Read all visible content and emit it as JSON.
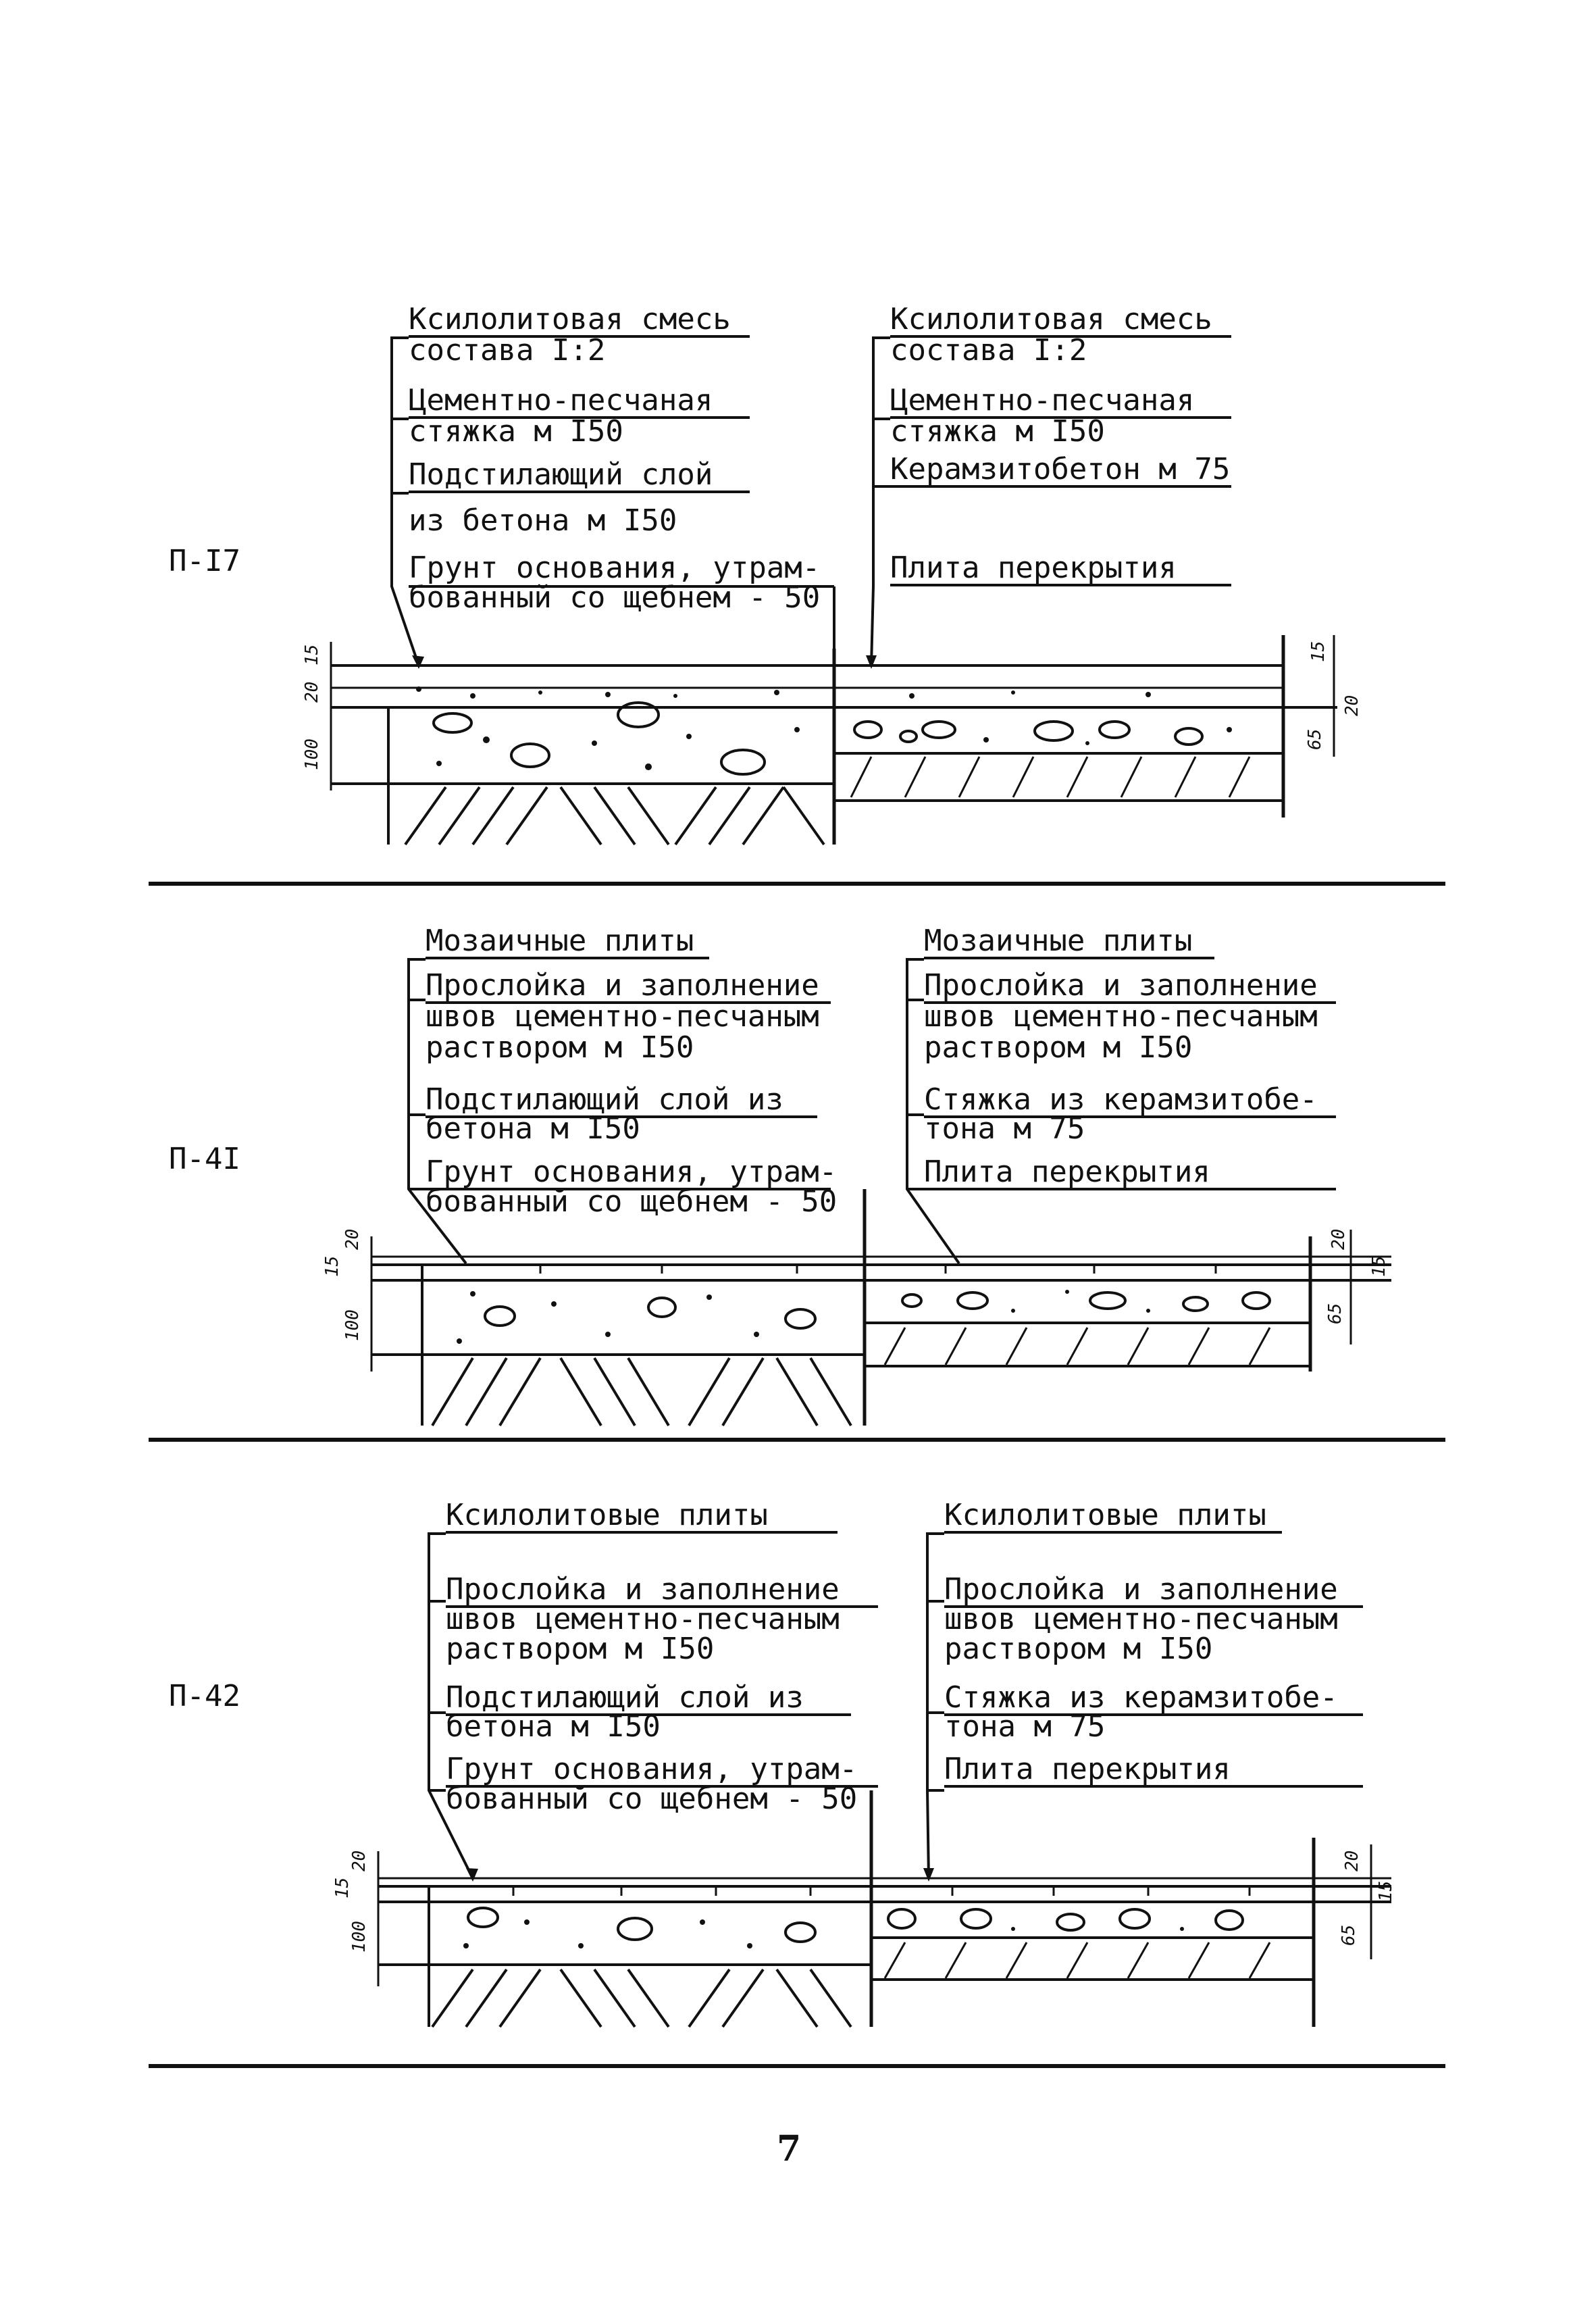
{
  "sections": [
    {
      "code": "П-I7",
      "left": {
        "items": [
          "Ксилолитовая смесь",
          "состава I:2",
          "Цементно-песчаная",
          "стяжка м I50",
          "Подстилающий слой",
          "из бетона м I50",
          "Грунт основания, утрам-",
          "бованный со щебнем - 50"
        ]
      },
      "right": {
        "items": [
          "Ксилолитовая смесь",
          "состава I:2",
          "Цементно-песчаная",
          "стяжка м I50",
          "Керамзитобетон м 75",
          "Плита перекрытия"
        ]
      },
      "dims_left": [
        "15",
        "20",
        "100"
      ],
      "dims_right": [
        "15",
        "20",
        "65"
      ]
    },
    {
      "code": "П-4I",
      "left": {
        "items": [
          "Мозаичные плиты",
          "Прослойка и заполнение",
          "швов цементно-песчаным",
          "раствором м I50",
          "Подстилающий слой из",
          "бетона м I50",
          "Грунт основания, утрам-",
          "бованный со щебнем - 50"
        ]
      },
      "right": {
        "items": [
          "Мозаичные плиты",
          "Прослойка и заполнение",
          "швов цементно-песчаным",
          "раствором м I50",
          "Стяжка из керамзитобе-",
          "тона м 75",
          "Плита перекрытия"
        ]
      },
      "dims_left": [
        "20",
        "15",
        "100"
      ],
      "dims_right": [
        "20",
        "15",
        "65"
      ]
    },
    {
      "code": "П-42",
      "left": {
        "items": [
          "Ксилолитовые плиты",
          "Прослойка и заполнение",
          "швов цементно-песчаным",
          "раствором м I50",
          "Подстилающий слой из",
          "бетона м I50",
          "Грунт основания, утрам-",
          "бованный со щебнем - 50"
        ]
      },
      "right": {
        "items": [
          "Ксилолитовые плиты",
          "Прослойка и заполнение",
          "швов цементно-песчаным",
          "раствором м I50",
          "Стяжка из керамзитобе-",
          "тона м 75",
          "Плита перекрытия"
        ]
      },
      "dims_left": [
        "20",
        "15",
        "100"
      ],
      "dims_right": [
        "20",
        "15",
        "65"
      ]
    }
  ],
  "page_number": "7"
}
